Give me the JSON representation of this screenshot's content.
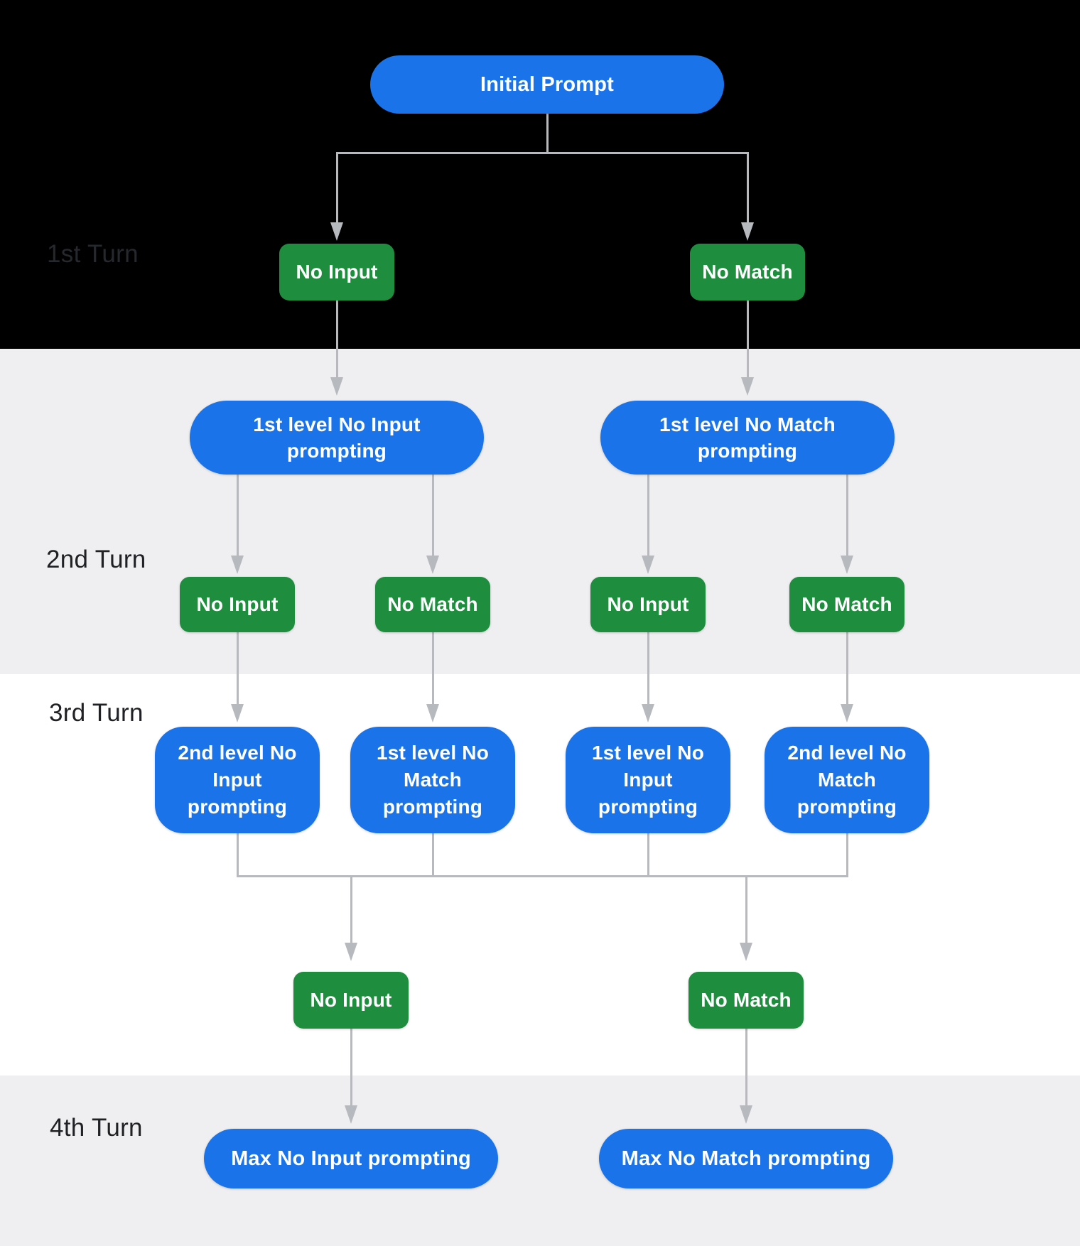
{
  "colors": {
    "node_blue": "#1a73e8",
    "node_green": "#1e8e3e",
    "connector": "#b6b9be",
    "band_black": "#000000",
    "band_gray": "#efeff1",
    "band_white": "#ffffff",
    "turn_label": "#202124",
    "turn_label_on_black": "#25282c",
    "node_text": "#ffffff"
  },
  "turn_labels": [
    {
      "label": "1st Turn"
    },
    {
      "label": "2nd Turn"
    },
    {
      "label": "3rd Turn"
    },
    {
      "label": "4th Turn"
    }
  ],
  "nodes": {
    "initial_prompt": {
      "label": "Initial Prompt",
      "kind": "prompt"
    },
    "turn1_no_input": {
      "label": "No Input",
      "kind": "event"
    },
    "turn1_no_match": {
      "label": "No Match",
      "kind": "event"
    },
    "level1_no_input_prompting": {
      "label": "1st level No Input\nprompting",
      "kind": "prompt"
    },
    "level1_no_match_prompting": {
      "label": "1st level No Match\nprompting",
      "kind": "prompt"
    },
    "turn2_no_input_left": {
      "label": "No Input",
      "kind": "event"
    },
    "turn2_no_match_left": {
      "label": "No Match",
      "kind": "event"
    },
    "turn2_no_input_right": {
      "label": "No Input",
      "kind": "event"
    },
    "turn2_no_match_right": {
      "label": "No Match",
      "kind": "event"
    },
    "level2_no_input_prompting": {
      "label": "2nd level No\nInput\nprompting",
      "kind": "prompt"
    },
    "level1_no_match_prompting_repeat": {
      "label": "1st level No\nMatch\nprompting",
      "kind": "prompt"
    },
    "level1_no_input_prompting_repeat": {
      "label": "1st level No\nInput\nprompting",
      "kind": "prompt"
    },
    "level2_no_match_prompting": {
      "label": "2nd level No\nMatch\nprompting",
      "kind": "prompt"
    },
    "turn3_no_input": {
      "label": "No Input",
      "kind": "event"
    },
    "turn3_no_match": {
      "label": "No Match",
      "kind": "event"
    },
    "max_no_input_prompting": {
      "label": "Max No Input prompting",
      "kind": "prompt"
    },
    "max_no_match_prompting": {
      "label": "Max No Match prompting",
      "kind": "prompt"
    }
  }
}
